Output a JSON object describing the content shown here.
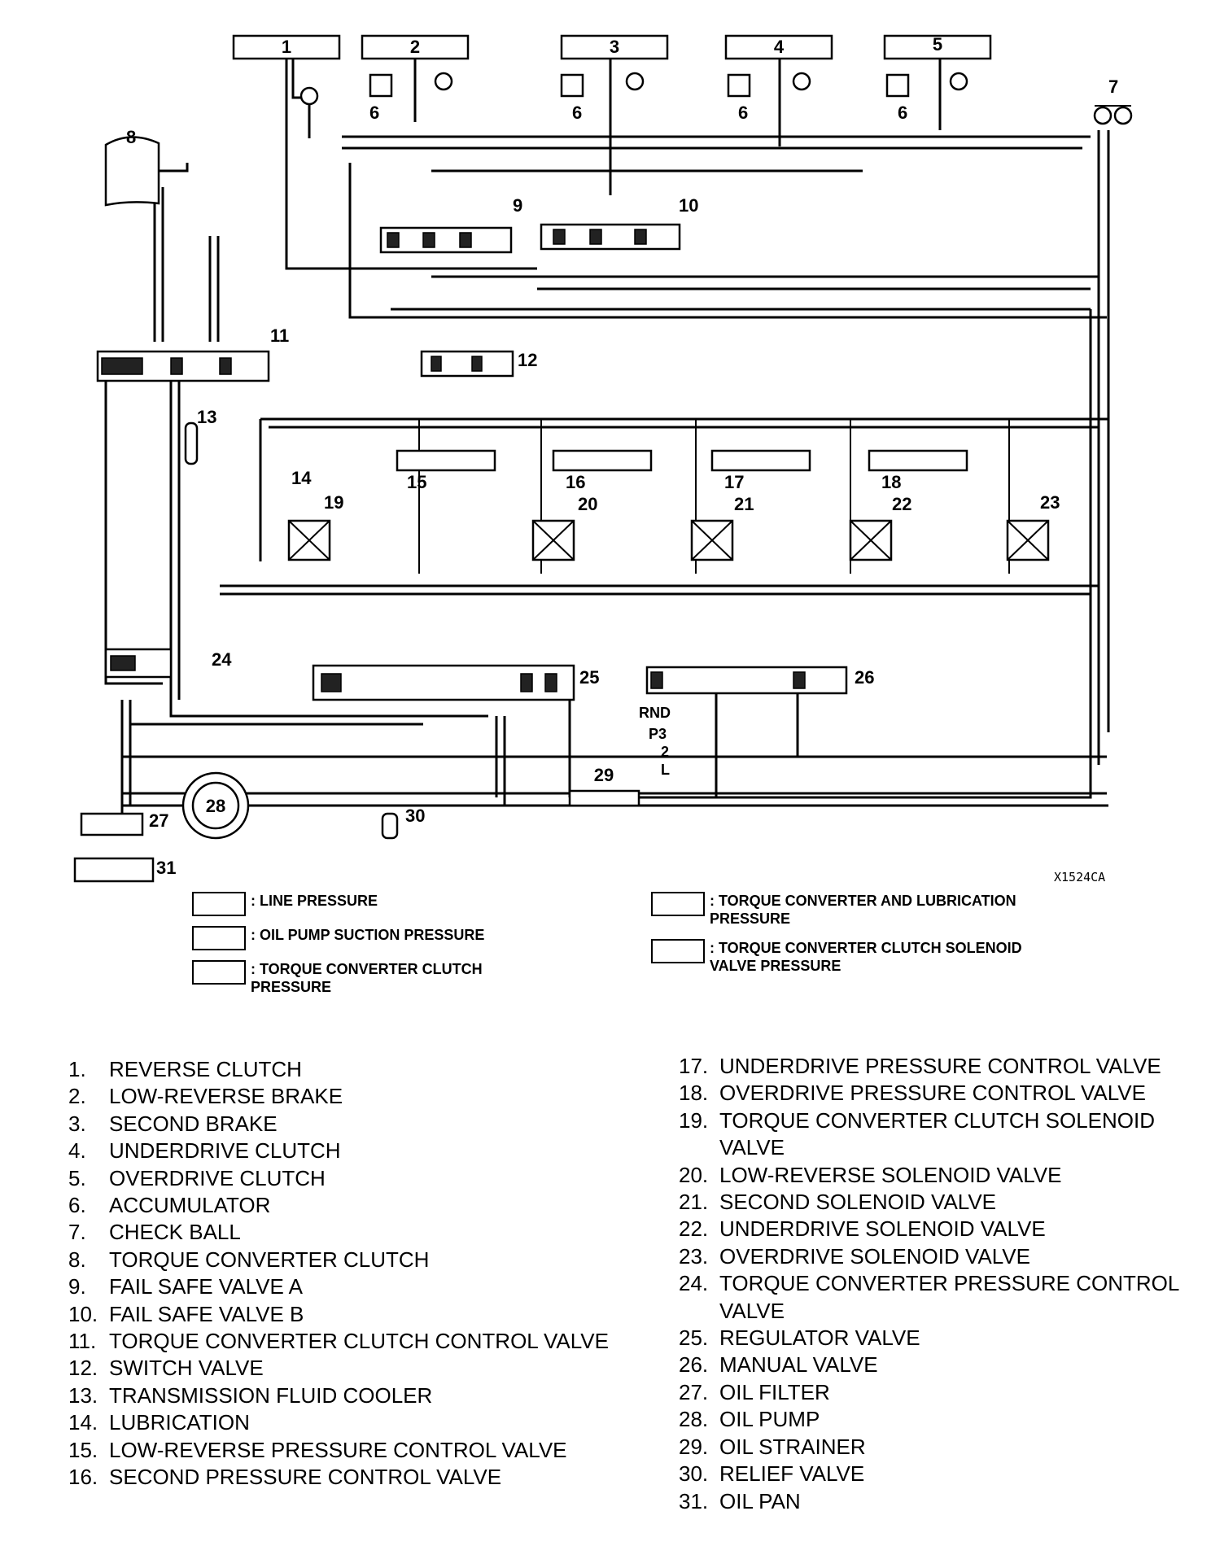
{
  "diagram": {
    "code": "X1524CA",
    "callouts": {
      "c1": "1",
      "c2": "2",
      "c3": "3",
      "c4": "4",
      "c5": "5",
      "c6": "6",
      "c7": "7",
      "c8": "8",
      "c9": "9",
      "c10": "10",
      "c11": "11",
      "c12": "12",
      "c13": "13",
      "c14": "14",
      "c15": "15",
      "c16": "16",
      "c17": "17",
      "c18": "18",
      "c19": "19",
      "c20": "20",
      "c21": "21",
      "c22": "22",
      "c23": "23",
      "c24": "24",
      "c25": "25",
      "c26": "26",
      "c27": "27",
      "c28": "28",
      "c29": "29",
      "c30": "30",
      "c31": "31"
    },
    "shift_positions": {
      "rnd": "RND",
      "p3": "P3",
      "two": "2",
      "l": "L"
    }
  },
  "legend": [
    {
      "text": ": LINE PRESSURE"
    },
    {
      "text": ": OIL PUMP SUCTION PRESSURE"
    },
    {
      "text": ": TORQUE CONVERTER CLUTCH PRESSURE"
    },
    {
      "text": ": TORQUE CONVERTER AND LUBRICATION PRESSURE"
    },
    {
      "text": ": TORQUE CONVERTER CLUTCH SOLENOID VALVE PRESSURE"
    }
  ],
  "parts_left": [
    {
      "num": "1.",
      "name": "REVERSE CLUTCH"
    },
    {
      "num": "2.",
      "name": "LOW-REVERSE BRAKE"
    },
    {
      "num": "3.",
      "name": "SECOND BRAKE"
    },
    {
      "num": "4.",
      "name": "UNDERDRIVE CLUTCH"
    },
    {
      "num": "5.",
      "name": "OVERDRIVE CLUTCH"
    },
    {
      "num": "6.",
      "name": "ACCUMULATOR"
    },
    {
      "num": "7.",
      "name": "CHECK BALL"
    },
    {
      "num": "8.",
      "name": "TORQUE CONVERTER CLUTCH"
    },
    {
      "num": "9.",
      "name": "FAIL SAFE VALVE A"
    },
    {
      "num": "10.",
      "name": "FAIL SAFE VALVE B"
    },
    {
      "num": "11.",
      "name": "TORQUE CONVERTER CLUTCH CONTROL VALVE"
    },
    {
      "num": "12.",
      "name": "SWITCH VALVE"
    },
    {
      "num": "13.",
      "name": "TRANSMISSION FLUID COOLER"
    },
    {
      "num": "14.",
      "name": "LUBRICATION"
    },
    {
      "num": "15.",
      "name": "LOW-REVERSE PRESSURE CONTROL VALVE"
    },
    {
      "num": "16.",
      "name": "SECOND PRESSURE CONTROL VALVE"
    }
  ],
  "parts_right": [
    {
      "num": "17.",
      "name": "UNDERDRIVE PRESSURE CONTROL VALVE"
    },
    {
      "num": "18.",
      "name": "OVERDRIVE PRESSURE CONTROL VALVE"
    },
    {
      "num": "19.",
      "name": "TORQUE CONVERTER CLUTCH SOLENOID VALVE"
    },
    {
      "num": "20.",
      "name": "LOW-REVERSE SOLENOID VALVE"
    },
    {
      "num": "21.",
      "name": "SECOND SOLENOID VALVE"
    },
    {
      "num": "22.",
      "name": "UNDERDRIVE SOLENOID VALVE"
    },
    {
      "num": "23.",
      "name": "OVERDRIVE SOLENOID VALVE"
    },
    {
      "num": "24.",
      "name": "TORQUE CONVERTER PRESSURE CONTROL VALVE"
    },
    {
      "num": "25.",
      "name": "REGULATOR VALVE"
    },
    {
      "num": "26.",
      "name": "MANUAL VALVE"
    },
    {
      "num": "27.",
      "name": "OIL FILTER"
    },
    {
      "num": "28.",
      "name": "OIL PUMP"
    },
    {
      "num": "29.",
      "name": "OIL STRAINER"
    },
    {
      "num": "30.",
      "name": "RELIEF VALVE"
    },
    {
      "num": "31.",
      "name": "OIL PAN"
    }
  ]
}
